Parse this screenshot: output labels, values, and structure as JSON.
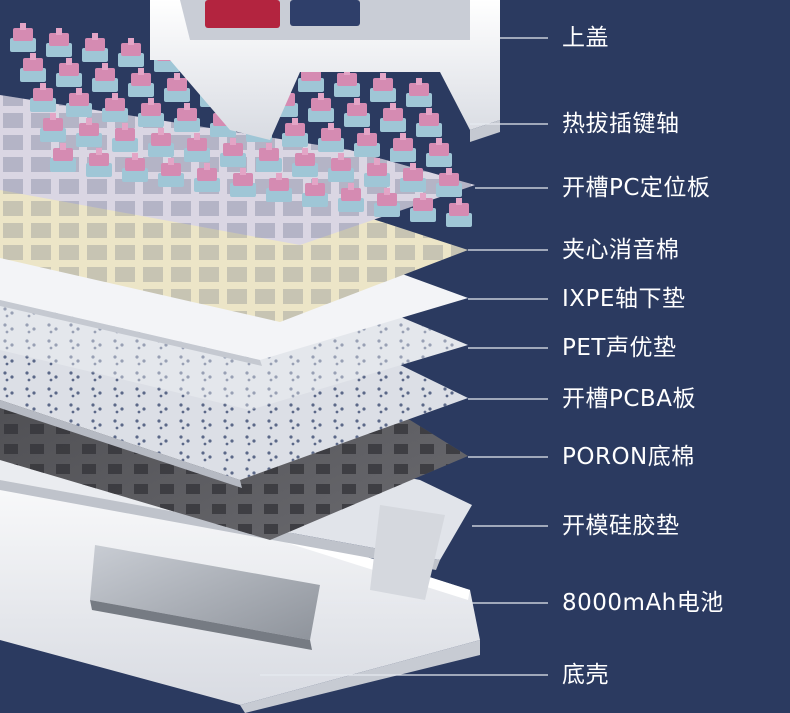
{
  "colors": {
    "background": "#2b3a60",
    "leader_line": "#e6e9f0",
    "label_text": "#ffffff",
    "switch_pink": "#d58bb2",
    "switch_blue": "#9fc6d6",
    "pc_plate": "#dad6e3",
    "foam": "#ece5c7",
    "pcb": "#dcdfe6",
    "poron": "#5e5e62",
    "case": "#eef0f4",
    "battery": "#a9aeb6"
  },
  "layers": [
    {
      "id": "top-cover",
      "label": "上盖"
    },
    {
      "id": "switches",
      "label": "热拔插键轴"
    },
    {
      "id": "pc-plate",
      "label": "开槽PC定位板"
    },
    {
      "id": "foam",
      "label": "夹心消音棉"
    },
    {
      "id": "ixpe",
      "label": "IXPE轴下垫"
    },
    {
      "id": "pet",
      "label": "PET声优垫"
    },
    {
      "id": "pcba",
      "label": "开槽PCBA板"
    },
    {
      "id": "poron",
      "label": "PORON底棉"
    },
    {
      "id": "silicone",
      "label": "开模硅胶垫"
    },
    {
      "id": "battery",
      "label": "8000mAh电池"
    },
    {
      "id": "bottom-case",
      "label": "底壳"
    }
  ]
}
